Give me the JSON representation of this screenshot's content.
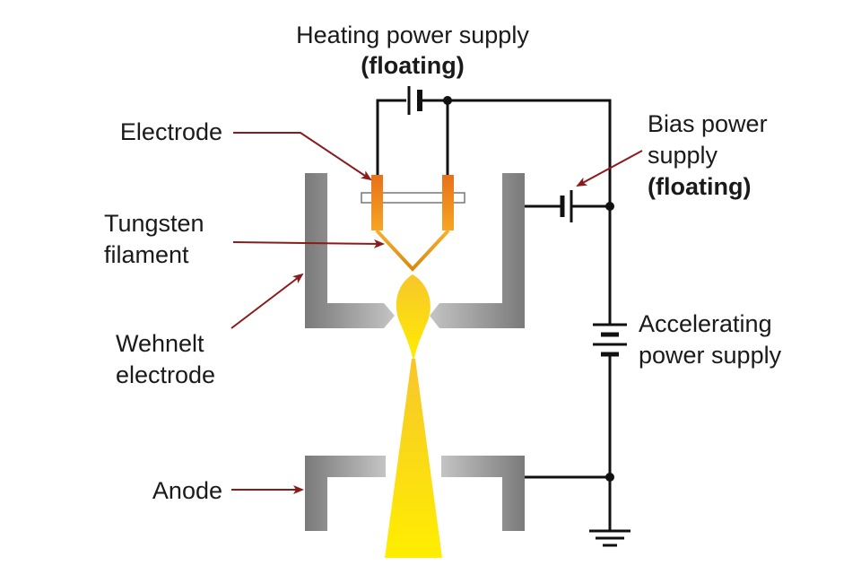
{
  "labels": {
    "heating_title": "Heating power supply",
    "heating_sub": "(floating)",
    "electrode": "Electrode",
    "tungsten_1": "Tungsten",
    "tungsten_2": "filament",
    "wehnelt_1": "Wehnelt",
    "wehnelt_2": "electrode",
    "anode": "Anode",
    "bias_1": "Bias power",
    "bias_2": "supply",
    "bias_3": "(floating)",
    "accel_1": "Accelerating",
    "accel_2": "power supply"
  },
  "colors": {
    "wire": "#111111",
    "leader": "#8b1a1a",
    "electrode_top": "#e8701a",
    "electrode_bottom": "#f5a623",
    "beam": "#ffe000",
    "metal_dark": "#7a7a7a",
    "metal_light": "#b8b8b8"
  }
}
